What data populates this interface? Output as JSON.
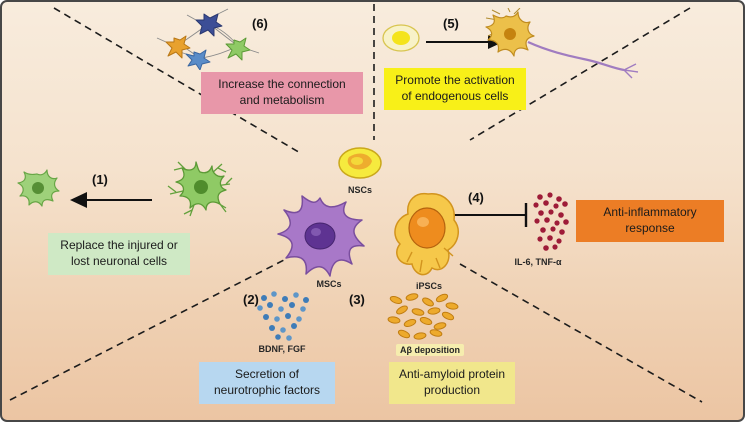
{
  "mechanisms": {
    "m1": {
      "number": "(1)",
      "label": "Replace the injured or lost neuronal cells"
    },
    "m2": {
      "number": "(2)",
      "label": "Secretion of neurotrophic factors",
      "molecules": "BDNF, FGF"
    },
    "m3": {
      "number": "(3)",
      "label": "Anti-amyloid protein production",
      "molecules": "Aβ deposition"
    },
    "m4": {
      "number": "(4)",
      "label": "Anti-inflammatory response",
      "molecules": "IL-6, TNF-α"
    },
    "m5": {
      "number": "(5)",
      "label": "Promote the activation of endogenous cells"
    },
    "m6": {
      "number": "(6)",
      "label": "Increase the connection and metabolism"
    }
  },
  "cells": {
    "nscs": "NSCs",
    "mscs": "MSCs",
    "ipscs": "iPSCs"
  },
  "colors": {
    "box1": "#cfe9c5",
    "box2": "#b7d7f0",
    "box3": "#f1e78c",
    "box4": "#ec7d25",
    "box5": "#f8f018",
    "box6": "#e897a9",
    "amyloid_chip": "#f6edae"
  }
}
